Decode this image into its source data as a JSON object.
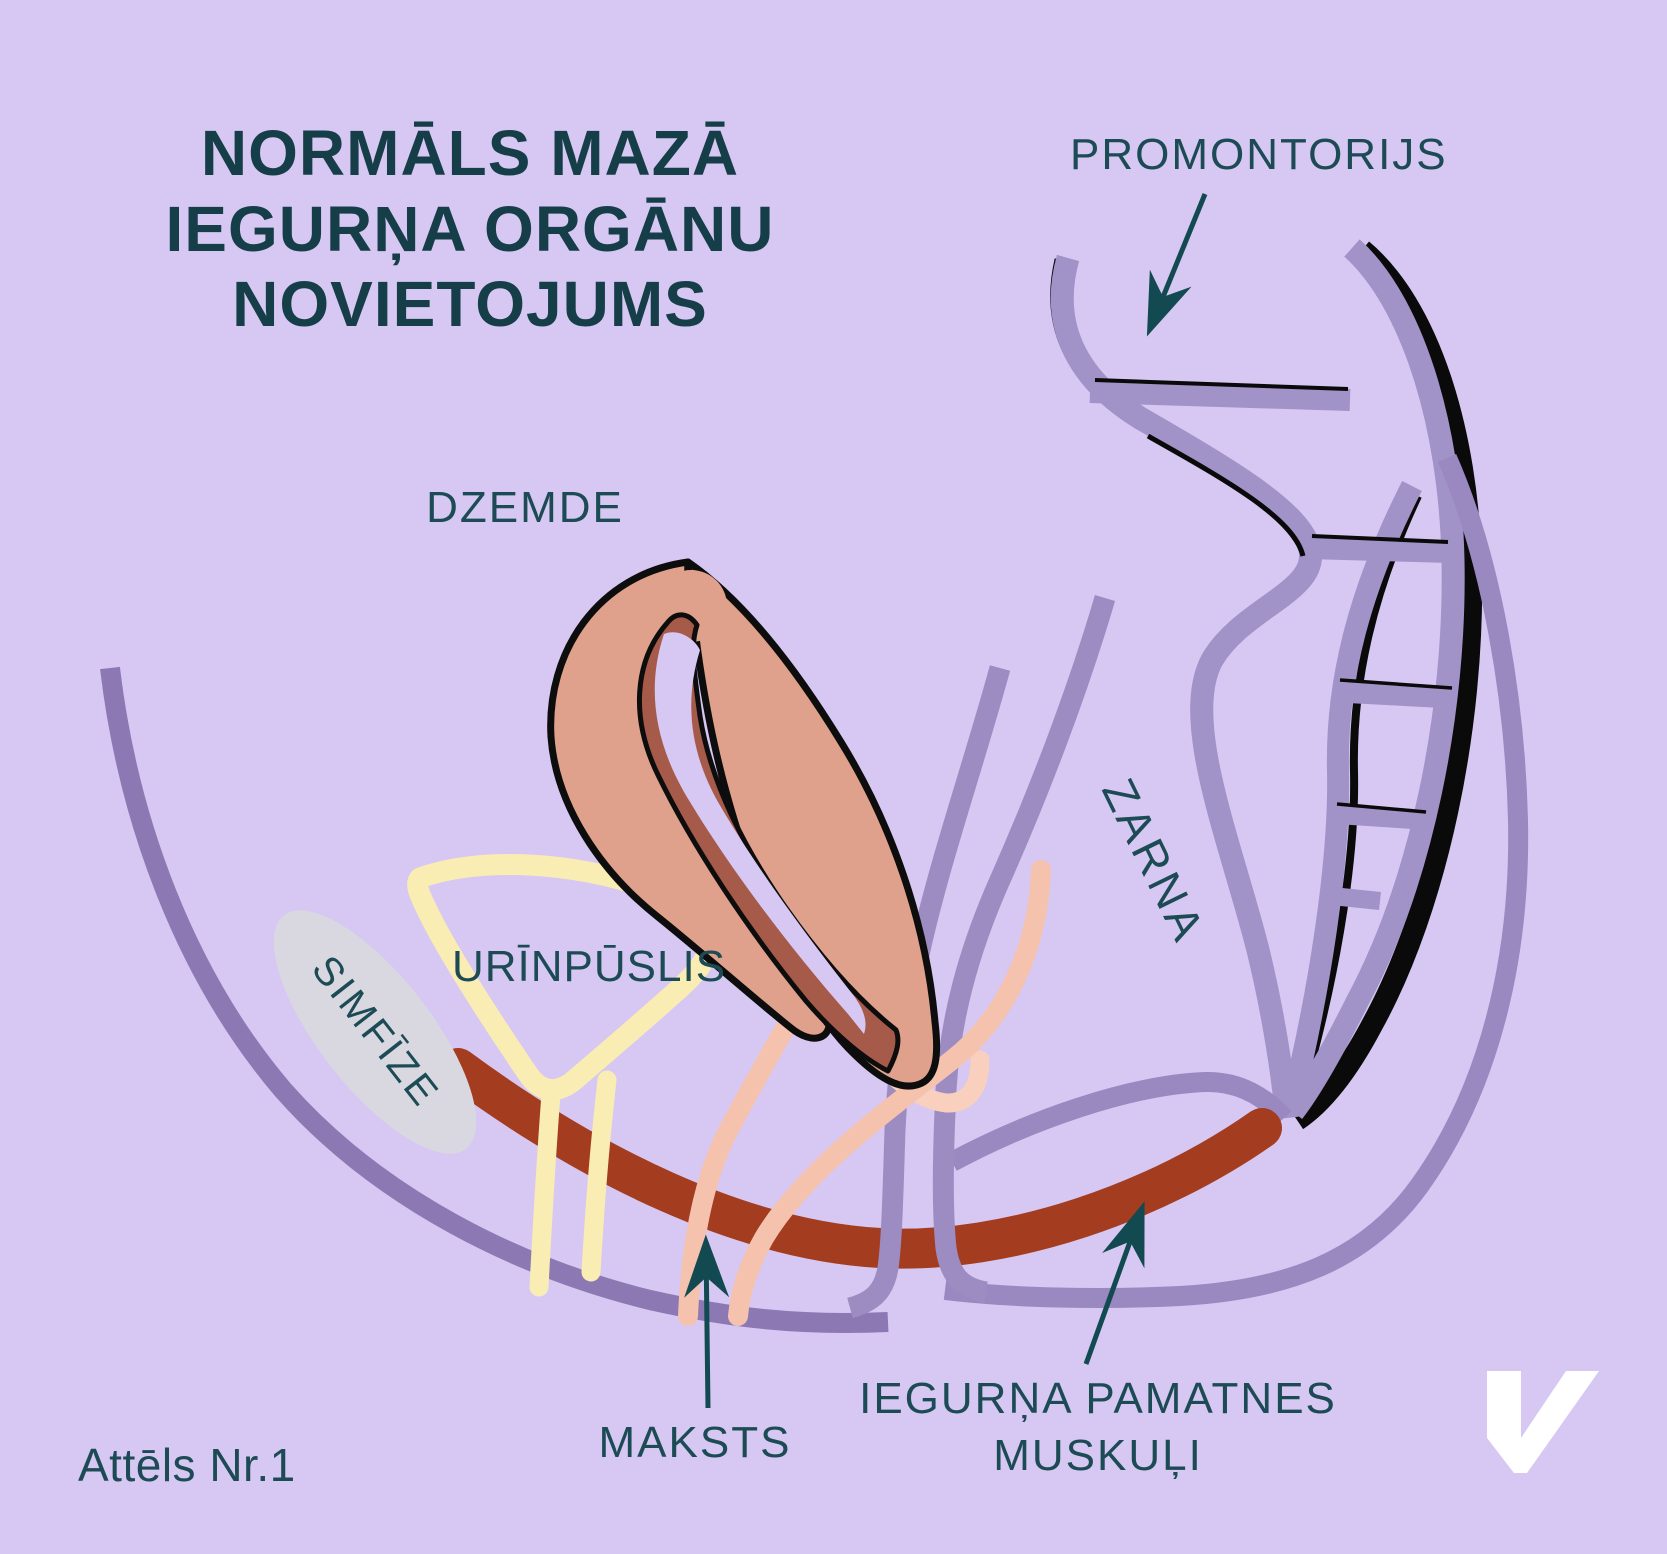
{
  "title": {
    "line1": "NORMĀLS MAZĀ",
    "line2": "IEGURŅA ORGĀNU",
    "line3": "NOVIETOJUMS"
  },
  "labels": {
    "promontorijs": "PROMONTORIJS",
    "dzemde": "DZEMDE",
    "zarna": "ZARNA",
    "simfize": "SIMFĪZE",
    "urinpuslis": "URĪNPŪSLIS",
    "maksts": "MAKSTS",
    "muskuli_line1": "IEGURŅA PAMATNES",
    "muskuli_line2": "MUSKUĻI"
  },
  "figure": {
    "caption": "Attēls Nr.1"
  },
  "logo": {
    "icon": "v-monogram",
    "color": "#ffffff"
  },
  "colors": {
    "bg": "#d6c8f2",
    "title_text": "#163e48",
    "label_text": "#1d4b55",
    "arrow": "#134a52",
    "outline_left": "#8c79b4",
    "outline_right": "#9a89c1",
    "rectum": "#9d8cc2",
    "sacrum": "#a192c8",
    "sacrum_black": "#0a0a0a",
    "muscle": "#a43c20",
    "bladder": "#f9edb4",
    "vagina": "#f5c2ae",
    "fornix": "#f9cfbd",
    "uterus_fill": "#dfa18c",
    "uterus_outline": "#0d0d0d",
    "uterus_cavity": "#a65a49",
    "symphysis": "#d9d8e1"
  }
}
